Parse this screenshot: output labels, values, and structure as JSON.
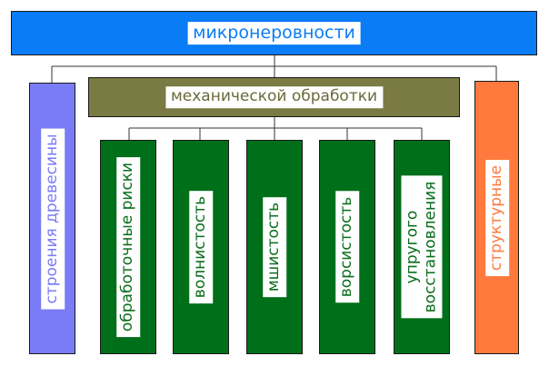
{
  "root": {
    "label": "микронеровности",
    "color": "#0a7cf5",
    "text_color": "#0a7cf5"
  },
  "left_branch": {
    "label": "строения древесины",
    "color": "#7a7cf5",
    "text_color": "#7a7cf5"
  },
  "middle_branch": {
    "label": "механической обработки",
    "color": "#7a7a44",
    "text_color": "#6a6a3a"
  },
  "right_branch": {
    "label": "структурные",
    "color": "#ff7a3c",
    "text_color": "#ff7a3c"
  },
  "leaves": {
    "color": "#006f1a",
    "text_color": "#0a6e1c",
    "items": [
      {
        "label": "обработочные риски"
      },
      {
        "label": "волнистость"
      },
      {
        "label": "мшистость"
      },
      {
        "label": "ворсистость"
      },
      {
        "label": "упругого\nвосстановления"
      }
    ]
  }
}
